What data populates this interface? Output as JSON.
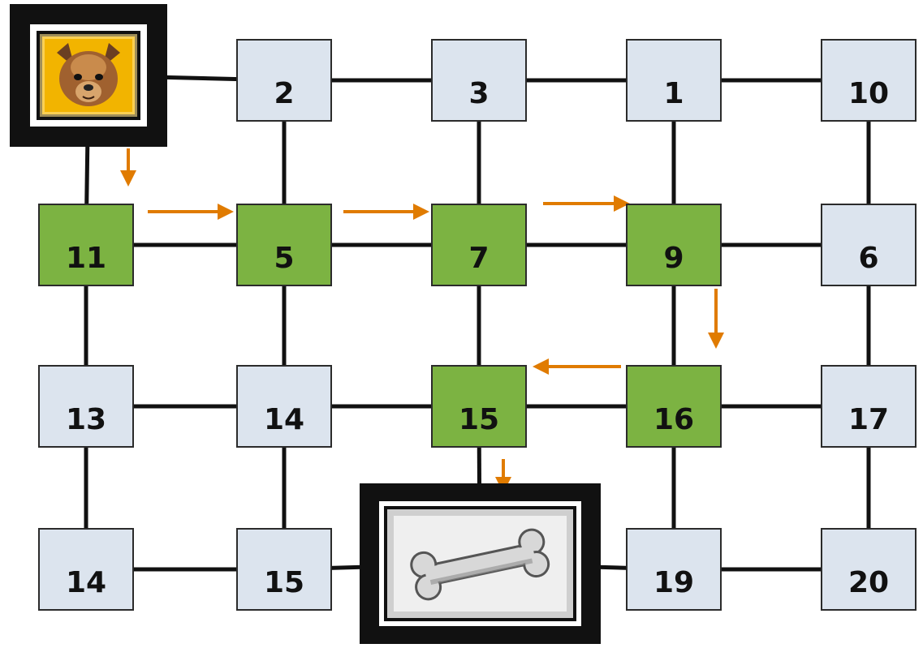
{
  "colors": {
    "unvisited": "#dce4ee",
    "path": "#7cb342",
    "arrow": "#e07b00",
    "edge": "#111111",
    "start_bg": "#f2b400",
    "goal_bg": "#efefef"
  },
  "start": {
    "icon": "dog-face-icon"
  },
  "goal": {
    "icon": "bone-icon"
  },
  "rows": [
    [
      {
        "type": "start"
      },
      {
        "label": "2",
        "state": "unvisited"
      },
      {
        "label": "3",
        "state": "unvisited"
      },
      {
        "label": "1",
        "state": "unvisited"
      },
      {
        "label": "10",
        "state": "unvisited"
      }
    ],
    [
      {
        "label": "11",
        "state": "path"
      },
      {
        "label": "5",
        "state": "path"
      },
      {
        "label": "7",
        "state": "path"
      },
      {
        "label": "9",
        "state": "path"
      },
      {
        "label": "6",
        "state": "unvisited"
      }
    ],
    [
      {
        "label": "13",
        "state": "unvisited"
      },
      {
        "label": "14",
        "state": "unvisited"
      },
      {
        "label": "15",
        "state": "path"
      },
      {
        "label": "16",
        "state": "path"
      },
      {
        "label": "17",
        "state": "unvisited"
      }
    ],
    [
      {
        "label": "14",
        "state": "unvisited"
      },
      {
        "label": "15",
        "state": "unvisited"
      },
      {
        "type": "goal"
      },
      {
        "label": "19",
        "state": "unvisited"
      },
      {
        "label": "20",
        "state": "unvisited"
      }
    ]
  ],
  "path_moves": [
    {
      "from": [
        0,
        0
      ],
      "to": [
        1,
        0
      ],
      "direction": "down"
    },
    {
      "from": [
        1,
        0
      ],
      "to": [
        1,
        1
      ],
      "direction": "right"
    },
    {
      "from": [
        1,
        1
      ],
      "to": [
        1,
        2
      ],
      "direction": "right"
    },
    {
      "from": [
        1,
        2
      ],
      "to": [
        1,
        3
      ],
      "direction": "right"
    },
    {
      "from": [
        1,
        3
      ],
      "to": [
        2,
        3
      ],
      "direction": "down"
    },
    {
      "from": [
        2,
        3
      ],
      "to": [
        2,
        2
      ],
      "direction": "left"
    },
    {
      "from": [
        2,
        2
      ],
      "to": [
        3,
        2
      ],
      "direction": "down"
    }
  ]
}
